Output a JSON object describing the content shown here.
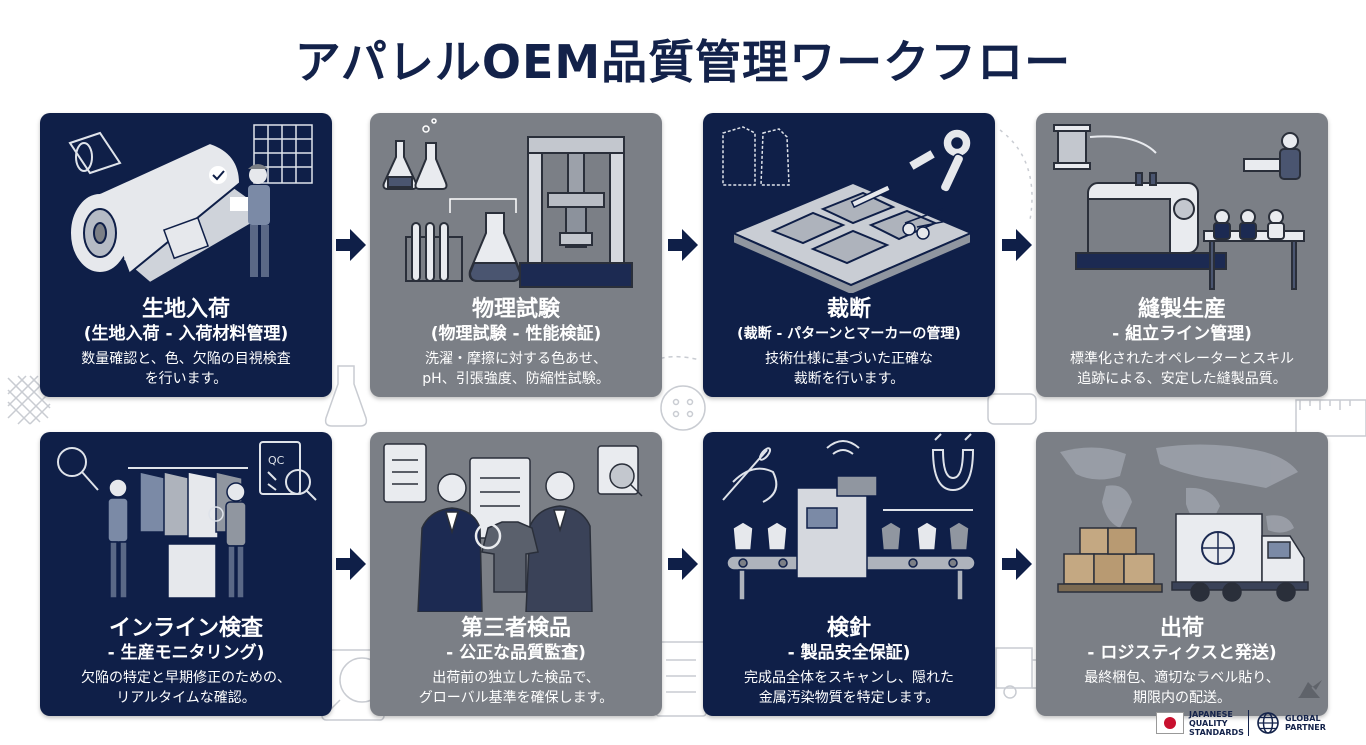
{
  "title": "アパレルOEM品質管理ワークフロー",
  "colors": {
    "navy": "#0f1f48",
    "gray": "#7b7f86",
    "title": "#13224a"
  },
  "steps": [
    {
      "title": "生地入荷",
      "subtitle": "(生地入荷 - 入荷材料管理)",
      "desc1": "数量確認と、色、欠陥の目視検査",
      "desc2": "を行います。",
      "theme": "dark",
      "icon": "fabric-roll-icon"
    },
    {
      "title": "物理試験",
      "subtitle": "(物理試験 - 性能検証)",
      "desc1": "洗濯・摩擦に対する色あせ、",
      "desc2": "pH、引張強度、防縮性試験。",
      "theme": "gray",
      "icon": "lab-test-icon"
    },
    {
      "title": "裁断",
      "subtitle": "(裁断 - パターンとマーカーの管理)",
      "desc1": "技術仕様に基づいた正確な",
      "desc2": "裁断を行います。",
      "theme": "dark",
      "icon": "cutting-table-icon"
    },
    {
      "title": "縫製生産",
      "subtitle": "- 組立ライン管理)",
      "desc1": "標準化されたオペレーターとスキル",
      "desc2": "追跡による、安定した縫製品質。",
      "theme": "gray",
      "icon": "sewing-machine-icon"
    },
    {
      "title": "インライン検査",
      "subtitle": "- 生産モニタリング)",
      "desc1": "欠陥の特定と早期修正のための、",
      "desc2": "リアルタイムな確認。",
      "theme": "dark",
      "icon": "inline-inspection-icon"
    },
    {
      "title": "第三者検品",
      "subtitle": "- 公正な品質監査)",
      "desc1": "出荷前の独立した検品で、",
      "desc2": "グローバル基準を確保します。",
      "theme": "gray",
      "icon": "third-party-audit-icon"
    },
    {
      "title": "検針",
      "subtitle": "- 製品安全保証)",
      "desc1": "完成品全体をスキャンし、隠れた",
      "desc2": "金属汚染物質を特定します。",
      "theme": "dark",
      "icon": "needle-detector-icon"
    },
    {
      "title": "出荷",
      "subtitle": "- ロジスティクスと発送)",
      "desc1": "最終梱包、適切なラベル貼り、",
      "desc2": "期限内の配送。",
      "theme": "gray",
      "icon": "shipping-truck-icon"
    }
  ],
  "footer": {
    "jqs": [
      "JAPANESE",
      "QUALITY",
      "STANDARDS"
    ],
    "gp": [
      "GLOBAL",
      "PARTNER"
    ]
  },
  "illus_labels": {
    "qc": "QC"
  }
}
